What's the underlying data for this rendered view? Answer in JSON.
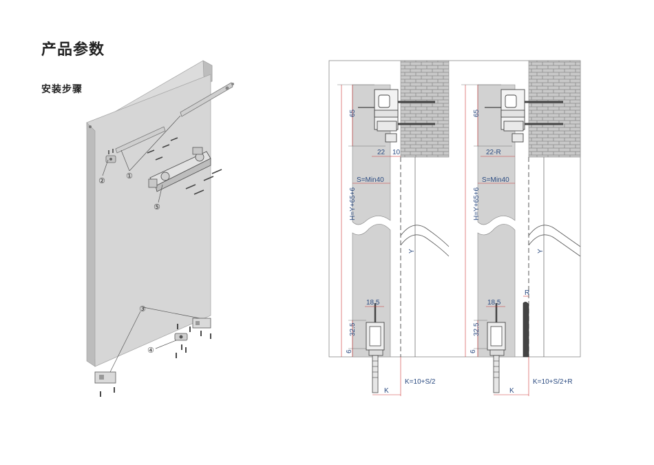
{
  "header": {
    "title": "产品参数",
    "subtitle": "安装步骤"
  },
  "callouts": {
    "c1": "①",
    "c2": "②",
    "c3": "③",
    "c4": "④",
    "c5": "⑤"
  },
  "left_diagram": {
    "top_height": "65",
    "top_width": "22",
    "top_gap": "10",
    "door_thickness": "S=Min40",
    "total_height": "H=Y+65+6",
    "opening": "Y",
    "bottom_width": "18.5",
    "bottom_height": "32.5",
    "floor_gap": "6",
    "k_label": "K",
    "k_formula": "K=10+S/2"
  },
  "right_diagram": {
    "top_height": "65",
    "top_width": "22-R",
    "door_thickness": "S=Min40",
    "total_height": "H=Y+65+6",
    "opening": "Y",
    "bottom_width": "18.5",
    "bottom_height": "32.5",
    "floor_gap": "6",
    "r_label": "R",
    "k_label": "K",
    "k_formula": "K=10+S/2+R"
  }
}
